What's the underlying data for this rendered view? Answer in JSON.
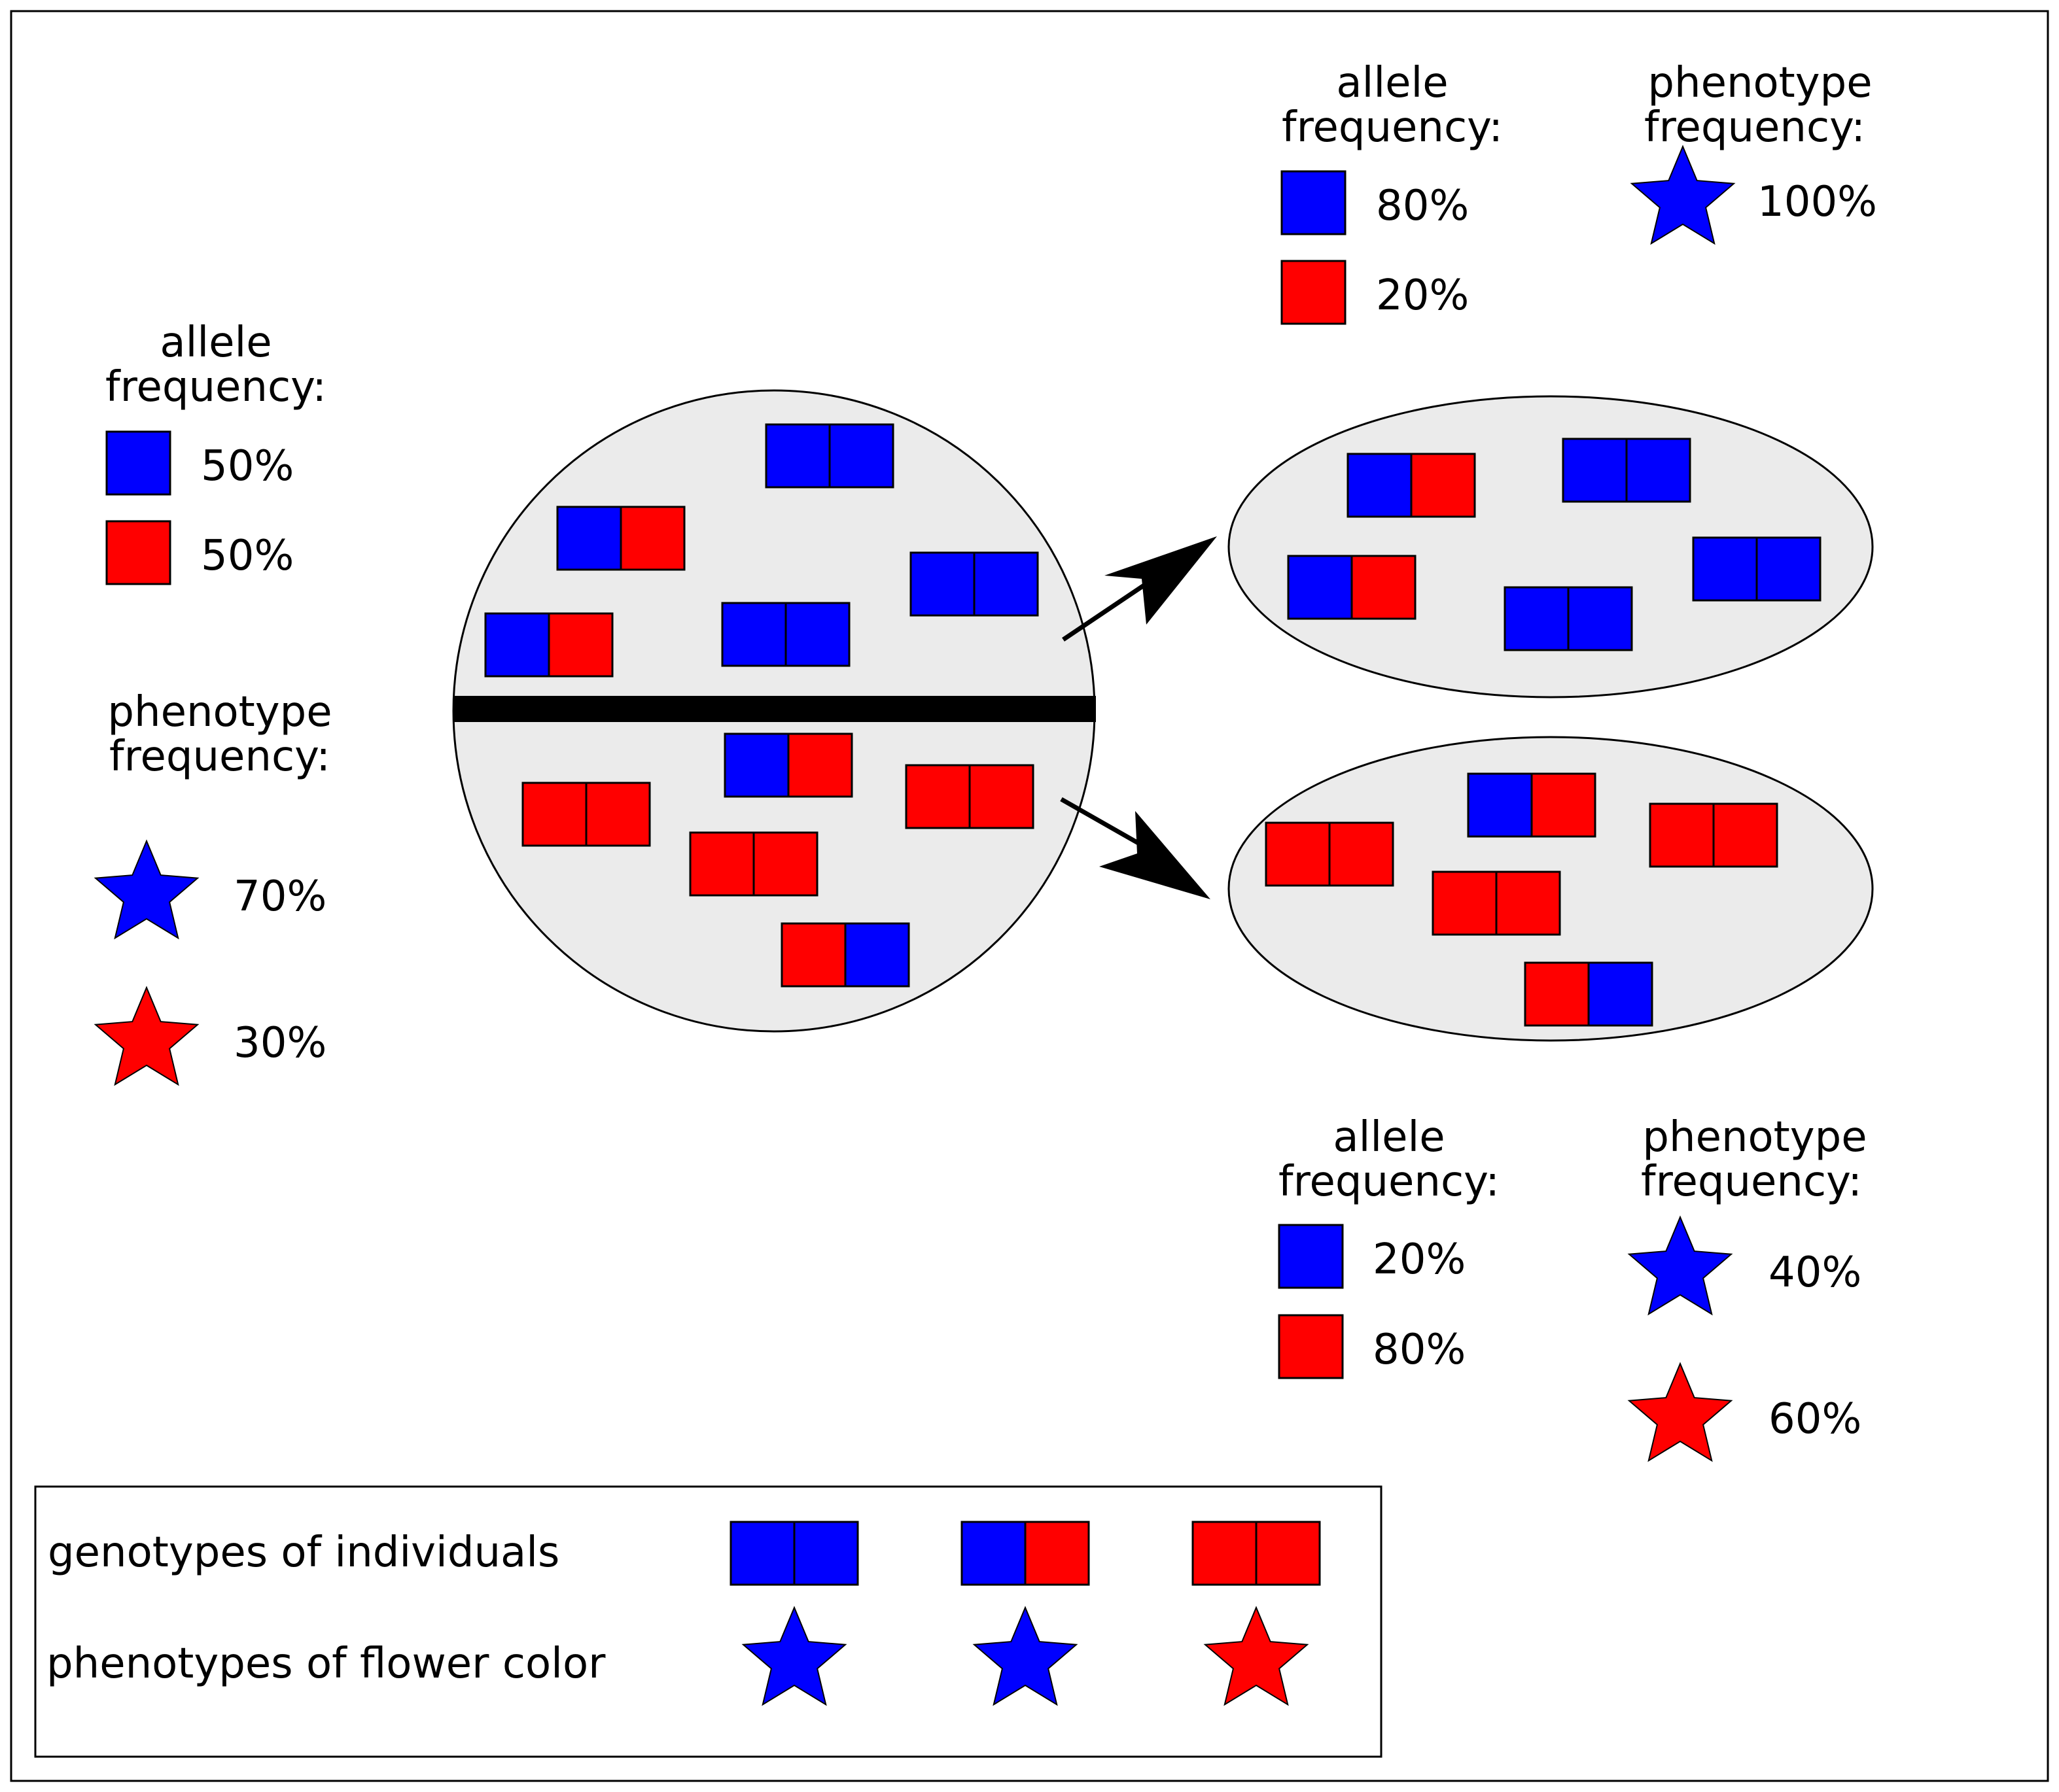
{
  "colors": {
    "allele_a": "#0000ff",
    "allele_b": "#ff0000",
    "population_fill": "#ebebeb",
    "outline": "#000000"
  },
  "labels": {
    "allele_frequency_line1": "allele",
    "allele_frequency_line2": "frequency:",
    "phenotype_frequency_line1": "phenotype",
    "phenotype_frequency_line2": "frequency:"
  },
  "original_population": {
    "allele_frequency": {
      "blue": "50%",
      "red": "50%"
    },
    "phenotype_frequency": {
      "blue": "70%",
      "red": "30%"
    },
    "upper_half_genotypes": [
      "BB",
      "BR",
      "BB",
      "BR",
      "BB"
    ],
    "lower_half_genotypes": [
      "BR",
      "RR",
      "RR",
      "RR",
      "RB"
    ]
  },
  "upper_subpopulation": {
    "allele_frequency": {
      "blue": "80%",
      "red": "20%"
    },
    "phenotype_frequency": {
      "blue": "100%"
    },
    "genotypes": [
      "BR",
      "BB",
      "BR",
      "BB",
      "BB"
    ]
  },
  "lower_subpopulation": {
    "allele_frequency": {
      "blue": "20%",
      "red": "80%"
    },
    "phenotype_frequency": {
      "blue": "40%",
      "red": "60%"
    },
    "genotypes": [
      "RR",
      "BR",
      "RR",
      "RR",
      "RB"
    ]
  },
  "legend": {
    "genotypes_label": "genotypes of individuals",
    "phenotypes_label": "phenotypes of flower color",
    "genotypes": [
      "BB",
      "BR",
      "RR"
    ],
    "phenotypes": [
      "blue",
      "blue",
      "red"
    ]
  }
}
